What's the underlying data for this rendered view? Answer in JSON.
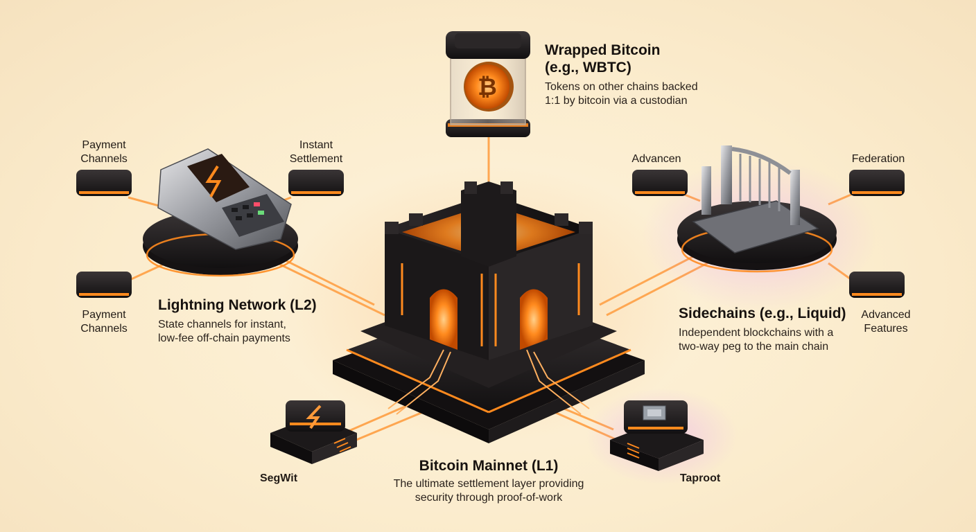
{
  "nodes": {
    "wrapped": {
      "title_line1": "Wrapped Bitcoin",
      "title_line2": "(e.g., WBTC)",
      "desc_line1": "Tokens on other chains backed",
      "desc_line2": "1:1 by bitcoin via a custodian",
      "icon": "bitcoin-coin-icon"
    },
    "lightning": {
      "title": "Lightning Network (L2)",
      "desc_line1": "State channels for instant,",
      "desc_line2": "low-fee off-chain payments",
      "icon": "payment-terminal-icon"
    },
    "sidechains": {
      "title": "Sidechains (e.g., Liquid)",
      "desc_line1": "Independent blockchains with a",
      "desc_line2": "two-way peg to the main chain",
      "icon": "bridge-gate-icon"
    },
    "mainnet": {
      "title": "Bitcoin Mainnet (L1)",
      "desc_line1": "The ultimate settlement layer providing",
      "desc_line2": "security through proof-of-work",
      "icon": "castle-fortress-icon"
    }
  },
  "satellites": {
    "payment_channels_top": {
      "line1": "Payment",
      "line2": "Channels"
    },
    "instant_settlement": {
      "line1": "Instant",
      "line2": "Settlement"
    },
    "payment_channels_bottom": {
      "line1": "Payment",
      "line2": "Channels"
    },
    "advancen": {
      "line1": "Advancen"
    },
    "federation": {
      "line1": "Federation"
    },
    "advanced_features": {
      "line1": "Advanced",
      "line2": "Features"
    },
    "segwit": {
      "line1": "SegWit",
      "icon": "lightning-bolt-icon"
    },
    "taproot": {
      "line1": "Taproot",
      "icon": "chip-icon"
    }
  },
  "colors": {
    "glow": "#ff8a1e",
    "dark": "#1c1a1b",
    "background": "#fbeccd"
  }
}
